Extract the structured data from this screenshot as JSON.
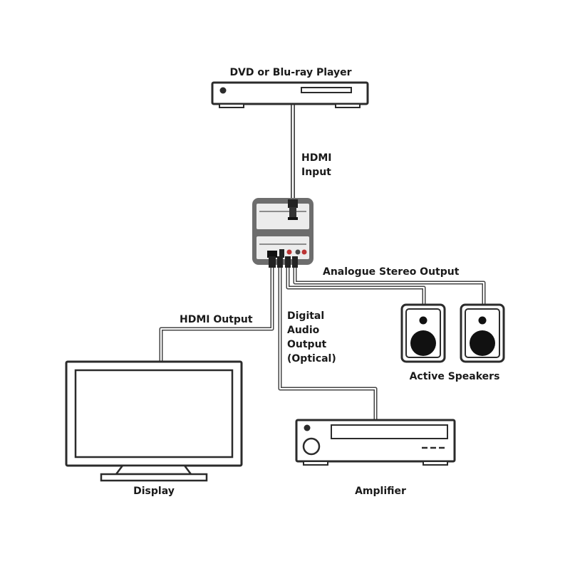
{
  "devices": {
    "dvd_player": {
      "label": "DVD or Blu-ray Player"
    },
    "display": {
      "label": "Display"
    },
    "amplifier": {
      "label": "Amplifier"
    },
    "speakers": {
      "label": "Active Speakers"
    }
  },
  "connections": {
    "hdmi_input": {
      "line1": "HDMI",
      "line2": "Input"
    },
    "hdmi_output": {
      "label": "HDMI Output"
    },
    "digital_audio": {
      "line1": "Digital",
      "line2": "Audio",
      "line3": "Output",
      "line4": "(Optical)"
    },
    "analogue_stereo": {
      "label": "Analogue Stereo Output"
    }
  },
  "colors": {
    "stroke": "#2b2b2b",
    "cable": "#444444",
    "hub_fill": "#6d6d6d",
    "light_fill": "#e9e9e9",
    "speaker_cone": "#111111"
  }
}
